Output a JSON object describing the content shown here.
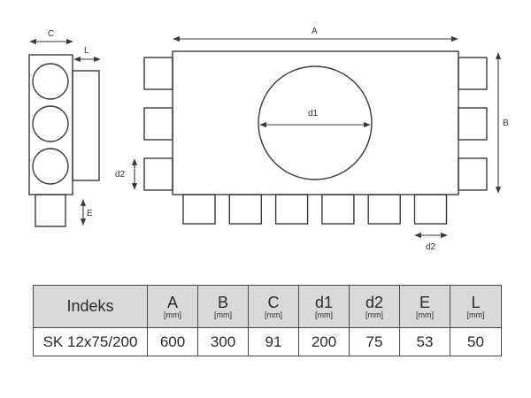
{
  "drawing": {
    "labels": {
      "A": "A",
      "B": "B",
      "C": "C",
      "L": "L",
      "d1": "d1",
      "d2_side": "d2",
      "d2_bottom": "d2",
      "E": "E"
    },
    "side_outlets": 3,
    "bottom_outlets": 6
  },
  "table": {
    "index_header": "Indeks",
    "columns": [
      {
        "name": "A",
        "unit": "[mm]"
      },
      {
        "name": "B",
        "unit": "[mm]"
      },
      {
        "name": "C",
        "unit": "[mm]"
      },
      {
        "name": "d1",
        "unit": "[mm]"
      },
      {
        "name": "d2",
        "unit": "[mm]"
      },
      {
        "name": "E",
        "unit": "[mm]"
      },
      {
        "name": "L",
        "unit": "[mm]"
      }
    ],
    "rows": [
      {
        "index": "SK 12x75/200",
        "values": [
          "600",
          "300",
          "91",
          "200",
          "75",
          "53",
          "50"
        ]
      }
    ]
  }
}
